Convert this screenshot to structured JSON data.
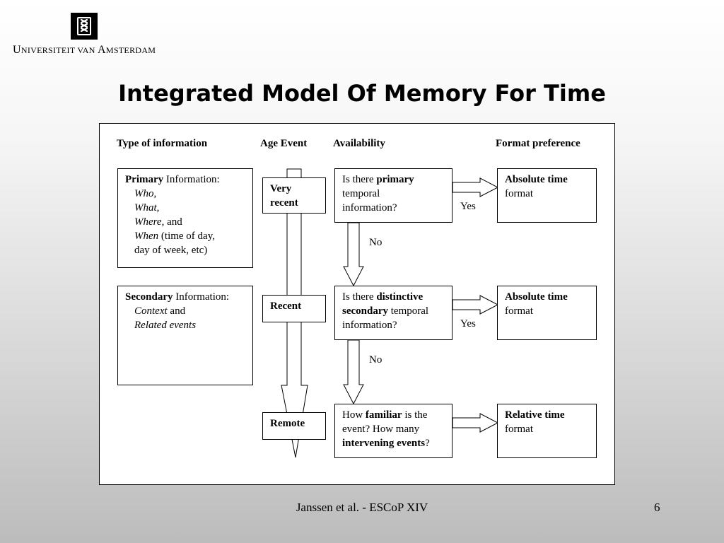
{
  "header": {
    "logo_icon": "university-crest-icon",
    "university_name_parts": [
      "U",
      "niversiteit van ",
      "A",
      "msterdam"
    ],
    "university_name": "Universiteit van Amsterdam"
  },
  "slide": {
    "title": "Integrated Model Of Memory For Time"
  },
  "diagram": {
    "column_headers": {
      "type_of_information": "Type of information",
      "age_event": "Age Event",
      "availability": "Availability",
      "format_preference": "Format preference"
    },
    "primary_info": {
      "title_bold": "Primary",
      "title_rest": " Information:",
      "who": "Who",
      "who_suffix": ",",
      "what": "What",
      "what_suffix": ",",
      "where": "Where,",
      "where_suffix": " and",
      "when": "When",
      "when_suffix": " (time of day,",
      "when_line2": "day of week, etc)"
    },
    "secondary_info": {
      "title_bold": "Secondary",
      "title_rest": " Information:",
      "context": "Context",
      "context_suffix": " and",
      "related": "Related events"
    },
    "age_events": {
      "very_recent_line1": "Very",
      "very_recent_line2": "recent",
      "recent": "Recent",
      "remote": "Remote"
    },
    "questions": {
      "q1_pre": "Is there ",
      "q1_bold": "primary",
      "q1_line2": "temporal",
      "q1_line3": "information?",
      "q2_pre": "Is there ",
      "q2_bold1": "distinctive",
      "q2_bold2": "secondary",
      "q2_rest": " temporal",
      "q2_line3": "information?",
      "q3_pre": "How ",
      "q3_bold": "familiar",
      "q3_post": " is the",
      "q3_line2": "event? How many",
      "q3_bold2": "intervening events",
      "q3_end": "?"
    },
    "formats": {
      "f1_bold": "Absolute time",
      "f1_rest": "format",
      "f2_bold": "Absolute time",
      "f2_rest": "format",
      "f3_bold": "Relative time",
      "f3_rest": "format"
    },
    "branch_labels": {
      "yes_1": "Yes",
      "no_1": "No",
      "yes_2": "Yes",
      "no_2": "No"
    }
  },
  "footer": {
    "citation": "Janssen et al. - ESCoP XIV",
    "page_number": "6"
  }
}
